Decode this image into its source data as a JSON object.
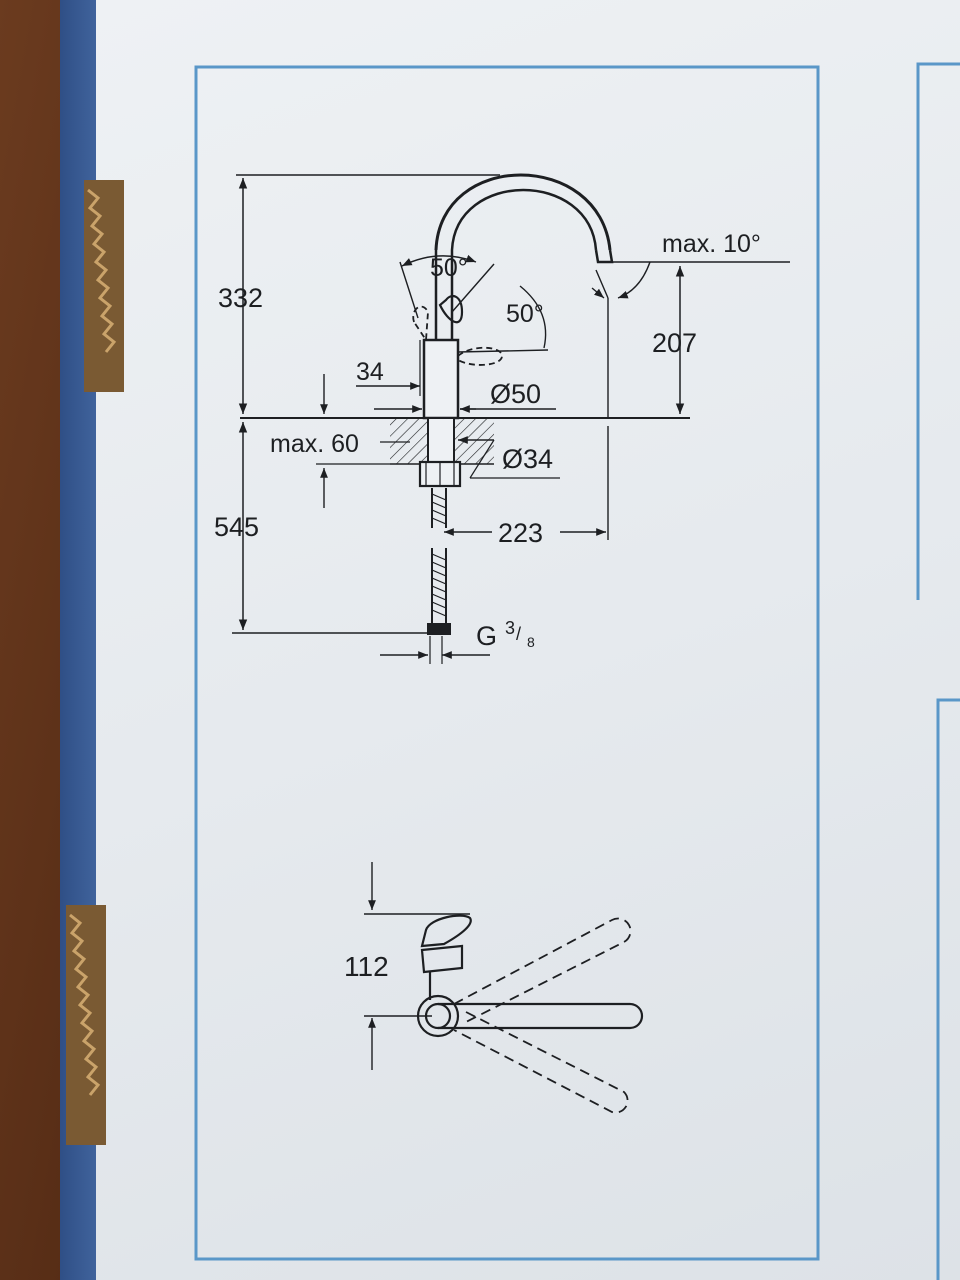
{
  "front_view": {
    "height_above_deck": "332",
    "handle_angle_left": "50°",
    "handle_angle_right": "50°",
    "tilt_label": "max. 10°",
    "spout_height": "207",
    "handle_offset": "34",
    "body_diameter": "Ø50",
    "deck_thickness": "max. 60",
    "hole_diameter": "Ø34",
    "depth_below_deck": "545",
    "reach": "223",
    "connection_thread": "G",
    "connection_fraction_num": "3",
    "connection_fraction_den": "8"
  },
  "top_view": {
    "lever_height": "112"
  },
  "colors": {
    "frame_blue": "#5a97c8",
    "ink": "#1d1f22",
    "box_side_blue": "#35578f"
  }
}
